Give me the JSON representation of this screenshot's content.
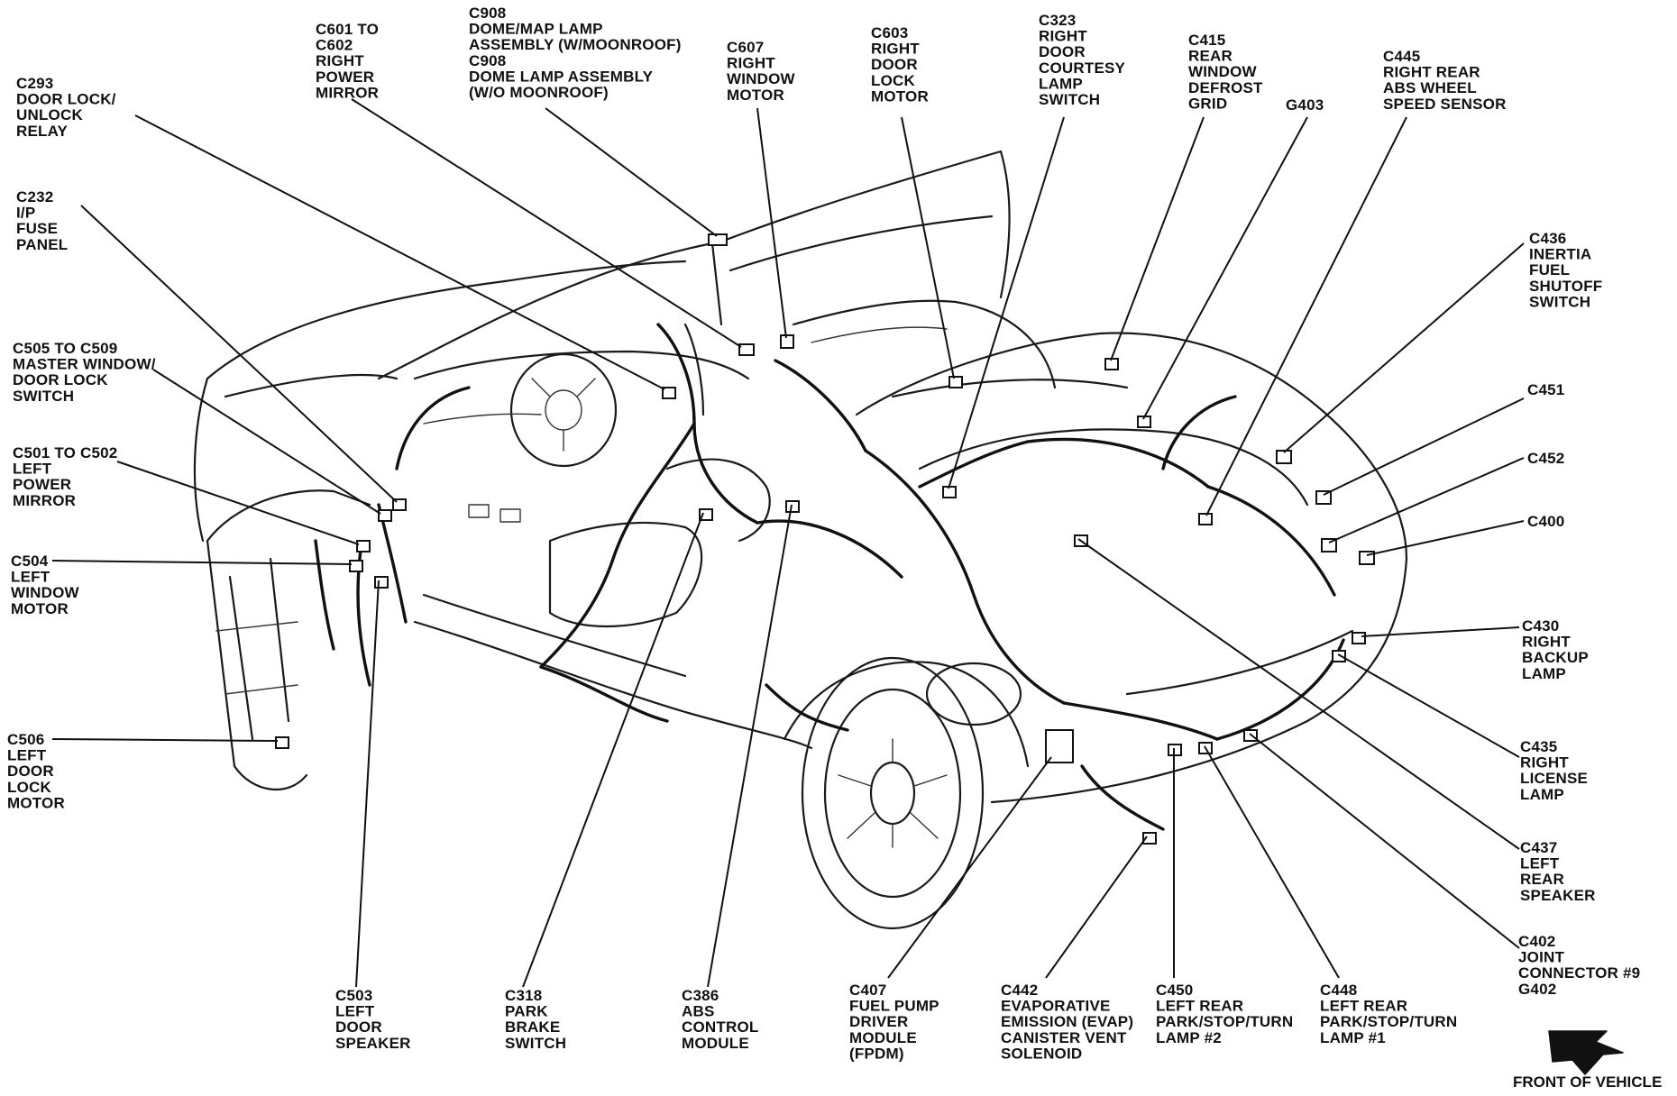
{
  "callouts": [
    {
      "id": "c293",
      "lines": [
        "C293",
        "DOOR LOCK/",
        "UNLOCK",
        "RELAY"
      ]
    },
    {
      "id": "c601",
      "lines": [
        "C601 TO",
        "C602",
        "RIGHT",
        "POWER",
        "MIRROR"
      ]
    },
    {
      "id": "c908",
      "lines": [
        "C908",
        "DOME/MAP LAMP",
        "ASSEMBLY (W/MOONROOF)",
        "C908",
        "DOME LAMP ASSEMBLY",
        "(W/O MOONROOF)"
      ]
    },
    {
      "id": "c607",
      "lines": [
        "C607",
        "RIGHT",
        "WINDOW",
        "MOTOR"
      ]
    },
    {
      "id": "c603",
      "lines": [
        "C603",
        "RIGHT",
        "DOOR",
        "LOCK",
        "MOTOR"
      ]
    },
    {
      "id": "c323",
      "lines": [
        "C323",
        "RIGHT",
        "DOOR",
        "COURTESY",
        "LAMP",
        "SWITCH"
      ]
    },
    {
      "id": "c415",
      "lines": [
        "C415",
        "REAR",
        "WINDOW",
        "DEFROST",
        "GRID"
      ]
    },
    {
      "id": "g403",
      "lines": [
        "G403"
      ]
    },
    {
      "id": "c445",
      "lines": [
        "C445",
        "RIGHT REAR",
        "ABS WHEEL",
        "SPEED SENSOR"
      ]
    },
    {
      "id": "c232",
      "lines": [
        "C232",
        "I/P",
        "FUSE",
        "PANEL"
      ]
    },
    {
      "id": "c505",
      "lines": [
        "C505 TO C509",
        "MASTER WINDOW/",
        "DOOR LOCK",
        "SWITCH"
      ]
    },
    {
      "id": "c501",
      "lines": [
        "C501 TO C502",
        "LEFT",
        "POWER",
        "MIRROR"
      ]
    },
    {
      "id": "c504",
      "lines": [
        "C504",
        "LEFT",
        "WINDOW",
        "MOTOR"
      ]
    },
    {
      "id": "c506",
      "lines": [
        "C506",
        "LEFT",
        "DOOR",
        "LOCK",
        "MOTOR"
      ]
    },
    {
      "id": "c436",
      "lines": [
        "C436",
        "INERTIA",
        "FUEL",
        "SHUTOFF",
        "SWITCH"
      ]
    },
    {
      "id": "c451",
      "lines": [
        "C451"
      ]
    },
    {
      "id": "c452",
      "lines": [
        "C452"
      ]
    },
    {
      "id": "c400",
      "lines": [
        "C400"
      ]
    },
    {
      "id": "c430",
      "lines": [
        "C430",
        "RIGHT",
        "BACKUP",
        "LAMP"
      ]
    },
    {
      "id": "c435",
      "lines": [
        "C435",
        "RIGHT",
        "LICENSE",
        "LAMP"
      ]
    },
    {
      "id": "c437",
      "lines": [
        "C437",
        "LEFT",
        "REAR",
        "SPEAKER"
      ]
    },
    {
      "id": "c402",
      "lines": [
        "C402",
        "JOINT",
        "CONNECTOR #9",
        "G402"
      ]
    },
    {
      "id": "c503",
      "lines": [
        "C503",
        "LEFT",
        "DOOR",
        "SPEAKER"
      ]
    },
    {
      "id": "c318",
      "lines": [
        "C318",
        "PARK",
        "BRAKE",
        "SWITCH"
      ]
    },
    {
      "id": "c386",
      "lines": [
        "C386",
        "ABS",
        "CONTROL",
        "MODULE"
      ]
    },
    {
      "id": "c407",
      "lines": [
        "C407",
        "FUEL PUMP",
        "DRIVER",
        "MODULE",
        "(FPDM)"
      ]
    },
    {
      "id": "c442",
      "lines": [
        "C442",
        "EVAPORATIVE",
        "EMISSION (EVAP)",
        "CANISTER VENT",
        "SOLENOID"
      ]
    },
    {
      "id": "c450",
      "lines": [
        "C450",
        "LEFT REAR",
        "PARK/STOP/TURN",
        "LAMP #2"
      ]
    },
    {
      "id": "c448",
      "lines": [
        "C448",
        "LEFT REAR",
        "PARK/STOP/TURN",
        "LAMP #1"
      ]
    }
  ],
  "front_of_vehicle": "FRONT OF VEHICLE"
}
